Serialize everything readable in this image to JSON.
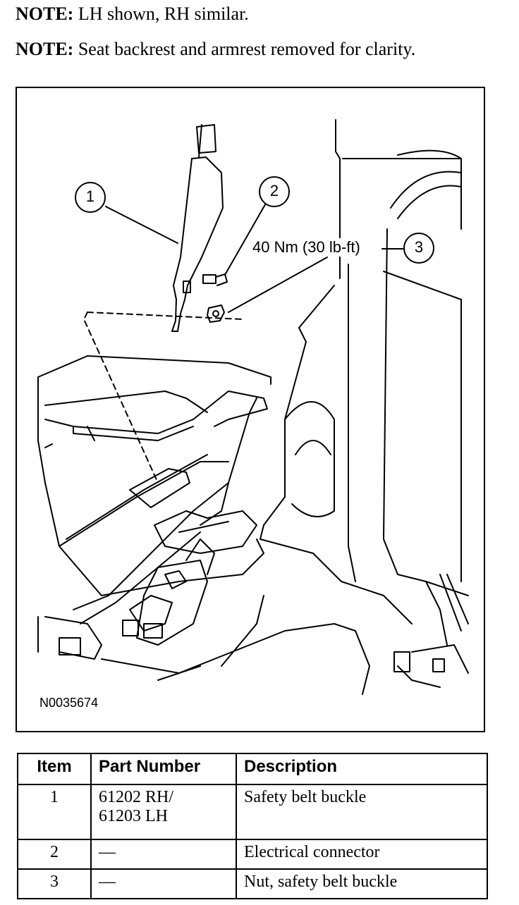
{
  "notes": [
    {
      "prefix": "NOTE:",
      "text": " LH shown, RH similar."
    },
    {
      "prefix": "NOTE:",
      "text": " Seat backrest and armrest removed for clarity."
    }
  ],
  "figure": {
    "callouts": [
      "1",
      "2",
      "3"
    ],
    "torque_label": "40 Nm (30 lb-ft)",
    "figure_id": "N0035674"
  },
  "table": {
    "headers": [
      "Item",
      "Part Number",
      "Description"
    ],
    "rows": [
      {
        "item": "1",
        "part_line1": "61202 RH/",
        "part_line2": "61203 LH",
        "description": "Safety belt buckle"
      },
      {
        "item": "2",
        "part_line1": "—",
        "part_line2": "",
        "description": "Electrical connector"
      },
      {
        "item": "3",
        "part_line1": "—",
        "part_line2": "",
        "description": "Nut, safety belt buckle"
      }
    ]
  }
}
